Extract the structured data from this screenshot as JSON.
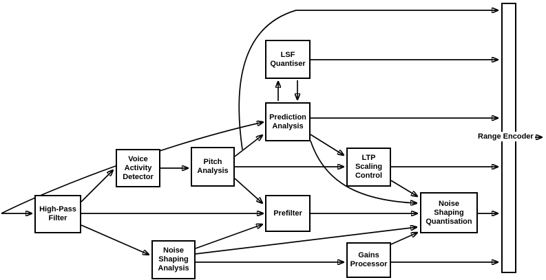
{
  "diagram": {
    "type": "block-diagram",
    "subject": "SILK encoder signal flow",
    "colors": {
      "stroke": "#000000",
      "box_fill": "#ffffff",
      "background": "#ffffff"
    },
    "nodes": {
      "high_pass_filter": {
        "label": "High-Pass\nFilter"
      },
      "voice_activity_detector": {
        "label": "Voice\nActivity\nDetector"
      },
      "pitch_analysis": {
        "label": "Pitch\nAnalysis"
      },
      "lsf_quantiser": {
        "label": "LSF\nQuantiser"
      },
      "prediction_analysis": {
        "label": "Prediction\nAnalysis"
      },
      "prefilter": {
        "label": "Prefilter"
      },
      "noise_shaping_analysis": {
        "label": "Noise\nShaping\nAnalysis"
      },
      "ltp_scaling_control": {
        "label": "LTP\nScaling\nControl"
      },
      "gains_processor": {
        "label": "Gains\nProcessor"
      },
      "noise_shaping_quantisation": {
        "label": "Noise\nShaping\nQuantisation"
      },
      "range_encoder": {
        "label": "Range Encoder"
      }
    },
    "edges": [
      {
        "from": "input",
        "to": "high_pass_filter"
      },
      {
        "from": "input",
        "to": "prediction_analysis"
      },
      {
        "from": "high_pass_filter",
        "to": "voice_activity_detector"
      },
      {
        "from": "high_pass_filter",
        "to": "prefilter"
      },
      {
        "from": "high_pass_filter",
        "to": "noise_shaping_analysis"
      },
      {
        "from": "voice_activity_detector",
        "to": "pitch_analysis"
      },
      {
        "from": "pitch_analysis",
        "to": "prediction_analysis"
      },
      {
        "from": "pitch_analysis",
        "to": "ltp_scaling_control"
      },
      {
        "from": "pitch_analysis",
        "to": "prefilter"
      },
      {
        "from": "pitch_analysis",
        "to": "range_encoder"
      },
      {
        "from": "prediction_analysis",
        "to": "lsf_quantiser"
      },
      {
        "from": "lsf_quantiser",
        "to": "prediction_analysis"
      },
      {
        "from": "lsf_quantiser",
        "to": "range_encoder"
      },
      {
        "from": "prediction_analysis",
        "to": "range_encoder"
      },
      {
        "from": "prediction_analysis",
        "to": "ltp_scaling_control"
      },
      {
        "from": "prediction_analysis",
        "to": "noise_shaping_quantisation"
      },
      {
        "from": "ltp_scaling_control",
        "to": "range_encoder"
      },
      {
        "from": "ltp_scaling_control",
        "to": "noise_shaping_quantisation"
      },
      {
        "from": "prefilter",
        "to": "noise_shaping_quantisation"
      },
      {
        "from": "noise_shaping_analysis",
        "to": "prefilter"
      },
      {
        "from": "noise_shaping_analysis",
        "to": "gains_processor"
      },
      {
        "from": "noise_shaping_analysis",
        "to": "noise_shaping_quantisation"
      },
      {
        "from": "gains_processor",
        "to": "noise_shaping_quantisation"
      },
      {
        "from": "gains_processor",
        "to": "range_encoder"
      },
      {
        "from": "noise_shaping_quantisation",
        "to": "range_encoder"
      },
      {
        "from": "range_encoder",
        "to": "output"
      }
    ]
  }
}
